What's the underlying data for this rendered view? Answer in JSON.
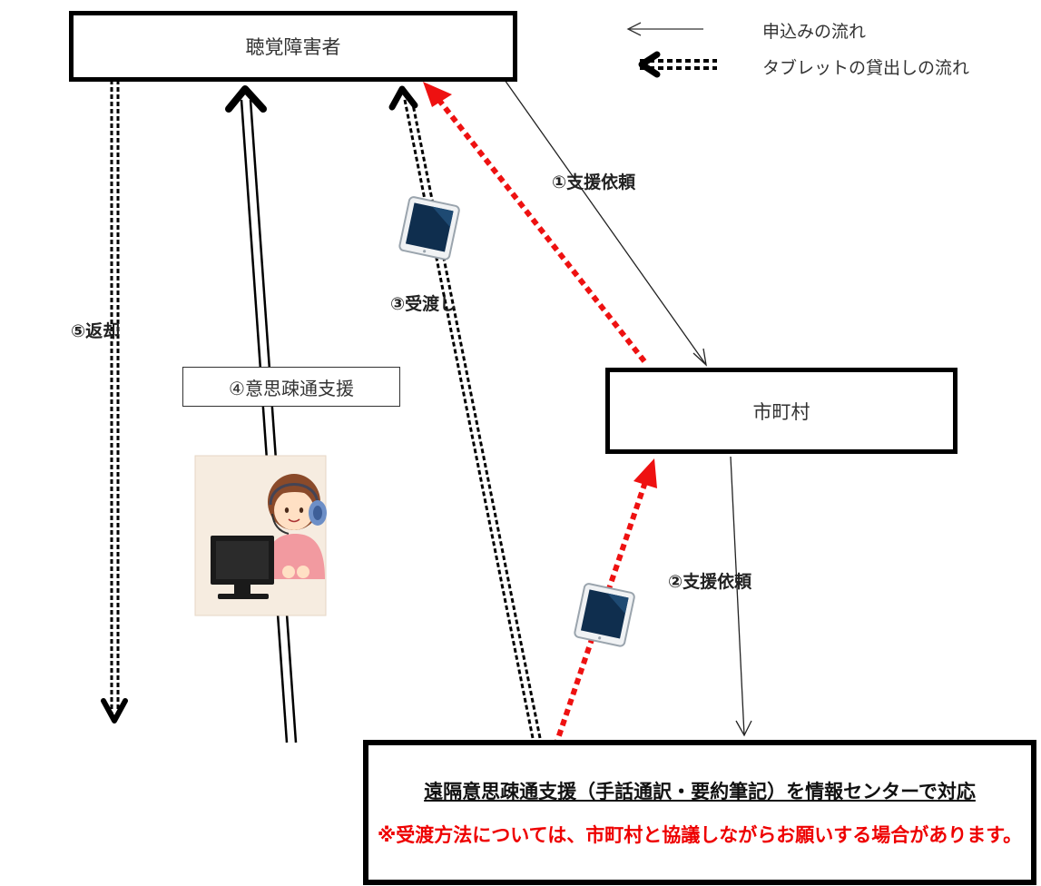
{
  "nodes": {
    "hearing_impaired": "聴覚障害者",
    "municipality": "市町村",
    "center_line1": "遠隔意思疎通支援（手話通訳・要約筆記）を情報センターで対応",
    "center_line2": "※受渡方法については、市町村と協議しながらお願いする場合があります。"
  },
  "legend": {
    "application_flow": "申込みの流れ",
    "tablet_flow": "タブレットの貸出しの流れ"
  },
  "steps": {
    "step1": "①支援依頼",
    "step2": "②支援依頼",
    "step3": "③受渡し",
    "step4": "④意思疎通支援",
    "step5": "⑤返却"
  },
  "colors": {
    "box_border": "#000000",
    "tablet_flow_red": "#ee1111",
    "notice_text": "#ee0000"
  },
  "icons": [
    "tablet-icon",
    "operator-with-headset-illustration"
  ]
}
